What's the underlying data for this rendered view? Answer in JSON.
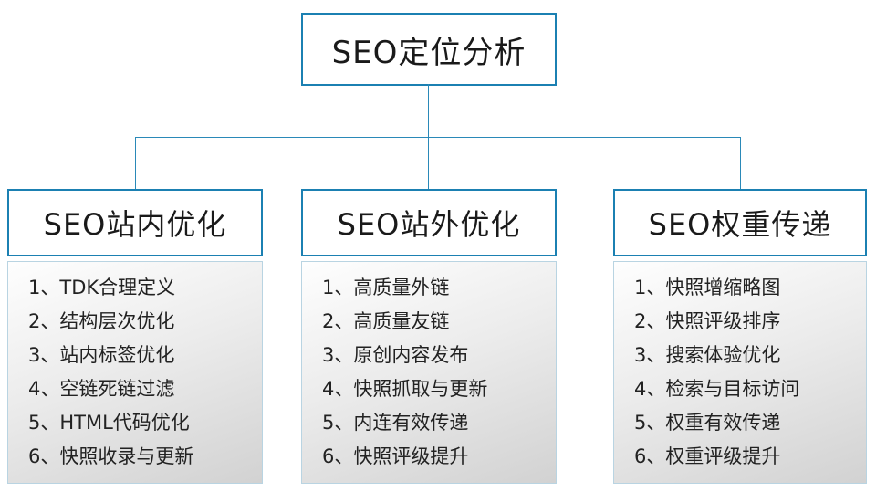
{
  "diagram": {
    "root": {
      "title": "SEO定位分析"
    },
    "columns": [
      {
        "title": "SEO站内优化",
        "items": [
          "1、TDK合理定义",
          "2、结构层次优化",
          "3、站内标签优化",
          "4、空链死链过滤",
          "5、HTML代码优化",
          "6、快照收录与更新"
        ]
      },
      {
        "title": "SEO站外优化",
        "items": [
          "1、高质量外链",
          "2、高质量友链",
          "3、原创内容发布",
          "4、快照抓取与更新",
          "5、内连有效传递",
          "6、快照评级提升"
        ]
      },
      {
        "title": "SEO权重传递",
        "items": [
          "1、快照增缩略图",
          "2、快照评级排序",
          "3、搜索体验优化",
          "4、检索与目标访问",
          "5、权重有效传递",
          "6、权重评级提升"
        ]
      }
    ],
    "colors": {
      "border_blue": "#1b80b2",
      "connector_blue": "#2a89b8",
      "text": "#1a1a1a",
      "list_gradient_start": "#fefefe",
      "list_gradient_end": "#d2d2d2"
    }
  }
}
